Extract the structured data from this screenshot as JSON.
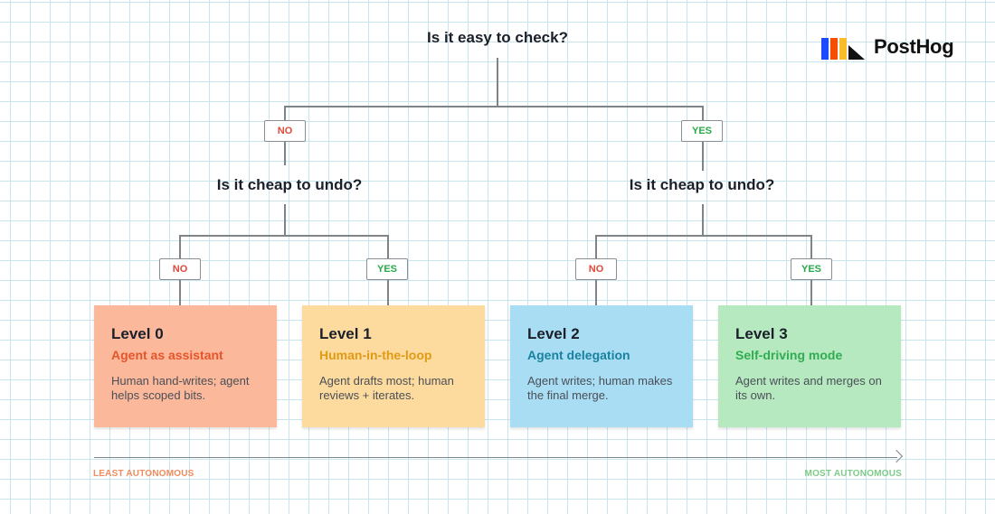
{
  "brand": {
    "name": "PostHog"
  },
  "questions": {
    "root": "Is it easy to check?",
    "left": "Is it cheap to undo?",
    "right": "Is it cheap to undo?"
  },
  "branches": {
    "root_no": "NO",
    "root_yes": "YES",
    "left_no": "NO",
    "left_yes": "YES",
    "right_no": "NO",
    "right_yes": "YES"
  },
  "levels": [
    {
      "title": "Level 0",
      "subtitle": "Agent as assistant",
      "description": "Human hand-writes; agent helps scoped bits.",
      "bg": "#fbb89b",
      "accent": "#e5552b"
    },
    {
      "title": "Level 1",
      "subtitle": "Human-in-the-loop",
      "description": "Agent drafts most; human reviews + iterates.",
      "bg": "#fddb9e",
      "accent": "#e19a16"
    },
    {
      "title": "Level 2",
      "subtitle": "Agent delegation",
      "description": "Agent writes; human makes the final merge.",
      "bg": "#a9ddf3",
      "accent": "#18829f"
    },
    {
      "title": "Level 3",
      "subtitle": "Self-driving mode",
      "description": "Agent writes and merges on its own.",
      "bg": "#b6e9bf",
      "accent": "#30ac52"
    }
  ],
  "scale": {
    "left_label": "LEAST AUTONOMOUS",
    "right_label": "MOST AUTONOMOUS",
    "left_color": "#f08c5d",
    "right_color": "#7ccc88"
  }
}
